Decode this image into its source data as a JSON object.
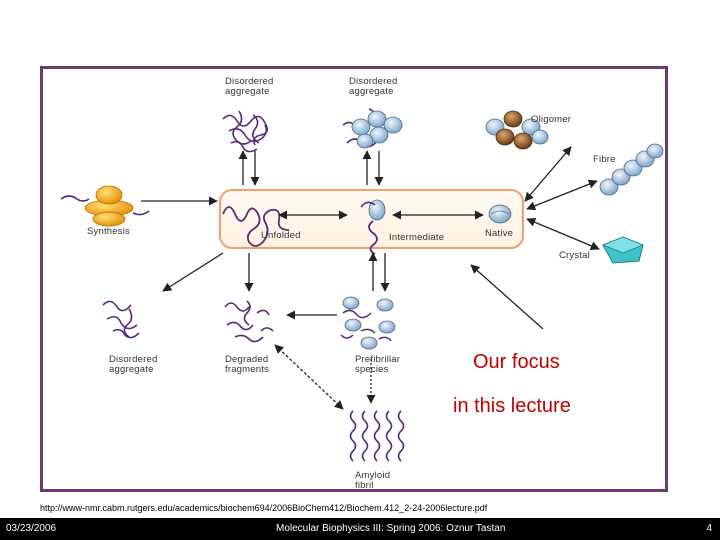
{
  "diagram": {
    "labels": {
      "disordered_aggregate_top": "Disordered\naggregate",
      "disordered_aggregate_top2": "Disordered\naggregate",
      "oligomer": "Oligomer",
      "fibre": "Fibre",
      "synthesis": "Synthesis",
      "unfolded": "Unfolded",
      "intermediate": "Intermediate",
      "native": "Native",
      "crystal": "Crystal",
      "disordered_aggregate_bottom": "Disordered\naggregate",
      "degraded_fragments": "Degraded\nfragments",
      "prefibrillar_species": "Prefibrillar\nspecies",
      "amyloid_fibril": "Amyloid\nfibril"
    },
    "focus_line1": "Our focus",
    "focus_line2": "in this lecture"
  },
  "source_url": "http://www-nmr.cabm.rutgers.edu/academics/biochem694/2006BioChem412/Biochem.412_2-24-2006lecture.pdf",
  "footer": {
    "date": "03/23/2006",
    "course": "Molecular Biophysics III: Spring 2006: Oznur Tastan",
    "page": "4"
  }
}
